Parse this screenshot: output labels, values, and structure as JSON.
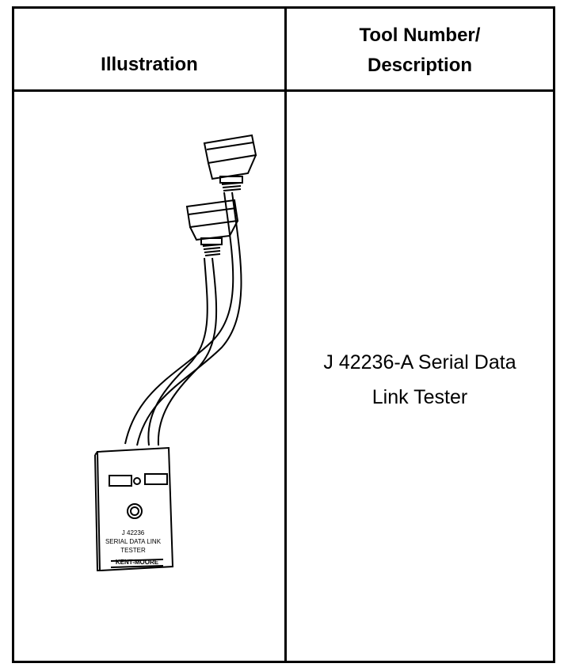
{
  "table": {
    "headers": {
      "illustration": "Illustration",
      "tool_number_line1": "Tool Number/",
      "tool_number_line2": "Description"
    },
    "rows": [
      {
        "description_line1": "J 42236-A Serial Data",
        "description_line2": "Link Tester",
        "illustration_labels": {
          "model": "J 42236",
          "name_line1": "SERIAL DATA LINK",
          "name_line2": "TESTER",
          "brand": "KENT-MOORE"
        }
      }
    ]
  }
}
